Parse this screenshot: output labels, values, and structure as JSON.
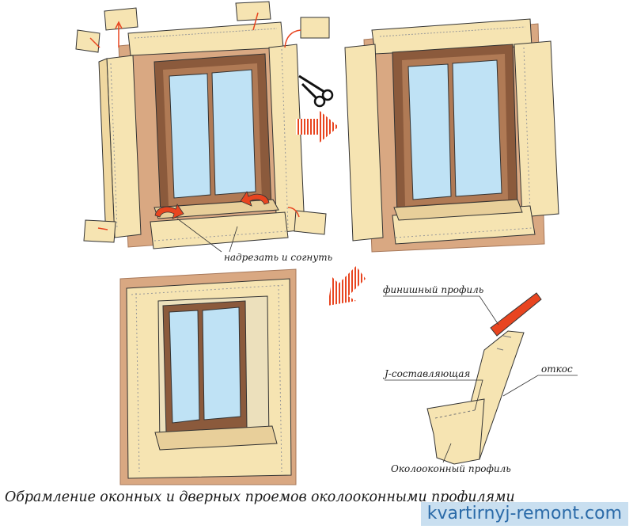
{
  "labels": {
    "cut_and_bend": "надрезать и согнуть",
    "finish_profile": "финишный профиль",
    "j_component": "J-составляющая",
    "slope": "откос",
    "window_profile": "Околооконный профиль"
  },
  "caption": "Обрамление оконных и дверных проемов околооконными профилями",
  "site": "kvartirnyj-remont.com",
  "colors": {
    "wall": "#d9a882",
    "siding": "#f6e4b2",
    "frame": "#8b5a3c",
    "glass": "#bfe2f5",
    "arrow_red": "#e84520",
    "outline": "#333333"
  },
  "icons": [
    "scissors-icon",
    "arrow-right-icon",
    "arrow-down-left-icon"
  ]
}
